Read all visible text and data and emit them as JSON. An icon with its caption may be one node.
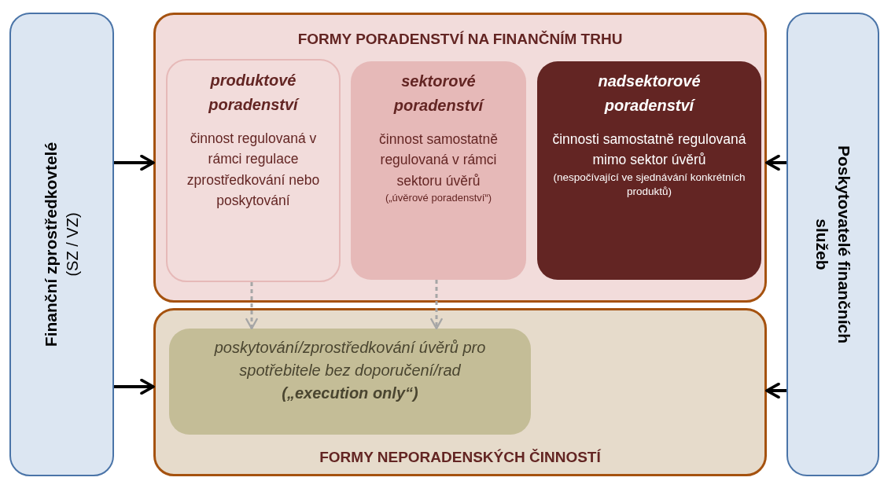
{
  "diagram": {
    "nodes": [
      {
        "text": [
          "Finanční zprostředkovtelé",
          "(SZ / VZ)"
        ]
      },
      {
        "text": [
          "FORMY PORADENSTVÍ NA FINANČNÍM TRHU"
        ]
      },
      {
        "text": [
          "produktové poradenství",
          "činnost regulovaná v rámci regulace zprostředkování nebo poskytování"
        ],
        "in": 1
      },
      {
        "text": [
          "sektorové poradenství",
          "činnost samostatně regulovaná v rámci sektoru úvěrů",
          "(„úvěrové poradenství“)"
        ],
        "in": 1
      },
      {
        "text": [
          "nadsektorové poradenství",
          "činnosti samostatně regulovaná mimo sektor úvěrů",
          "(nespočívající ve sjednávání konkrétních produktů)"
        ],
        "in": 1
      },
      {
        "text": [
          "FORMY NEPORADENSKÝCH ČINNOSTÍ"
        ]
      },
      {
        "text": [
          "poskytování/zprostředkování úvěrů pro spotřebitele bez doporučení/rad",
          "(„execution only“)"
        ],
        "in": 5
      },
      {
        "text": [
          "Poskytovatelé finančních služeb"
        ]
      }
    ],
    "edges": [
      {
        "from": 0,
        "to": 1,
        "arrow": "to"
      },
      {
        "from": 0,
        "to": 5,
        "arrow": "to"
      },
      {
        "from": 7,
        "to": 1,
        "arrow": "to"
      },
      {
        "from": 7,
        "to": 5,
        "arrow": "to"
      },
      {
        "from": 2,
        "to": 6,
        "arrow": "to",
        "style": "dashed",
        "color": "#a6a6a6"
      },
      {
        "from": 3,
        "to": 6,
        "arrow": "to",
        "style": "dashed",
        "color": "#a6a6a6"
      }
    ]
  }
}
